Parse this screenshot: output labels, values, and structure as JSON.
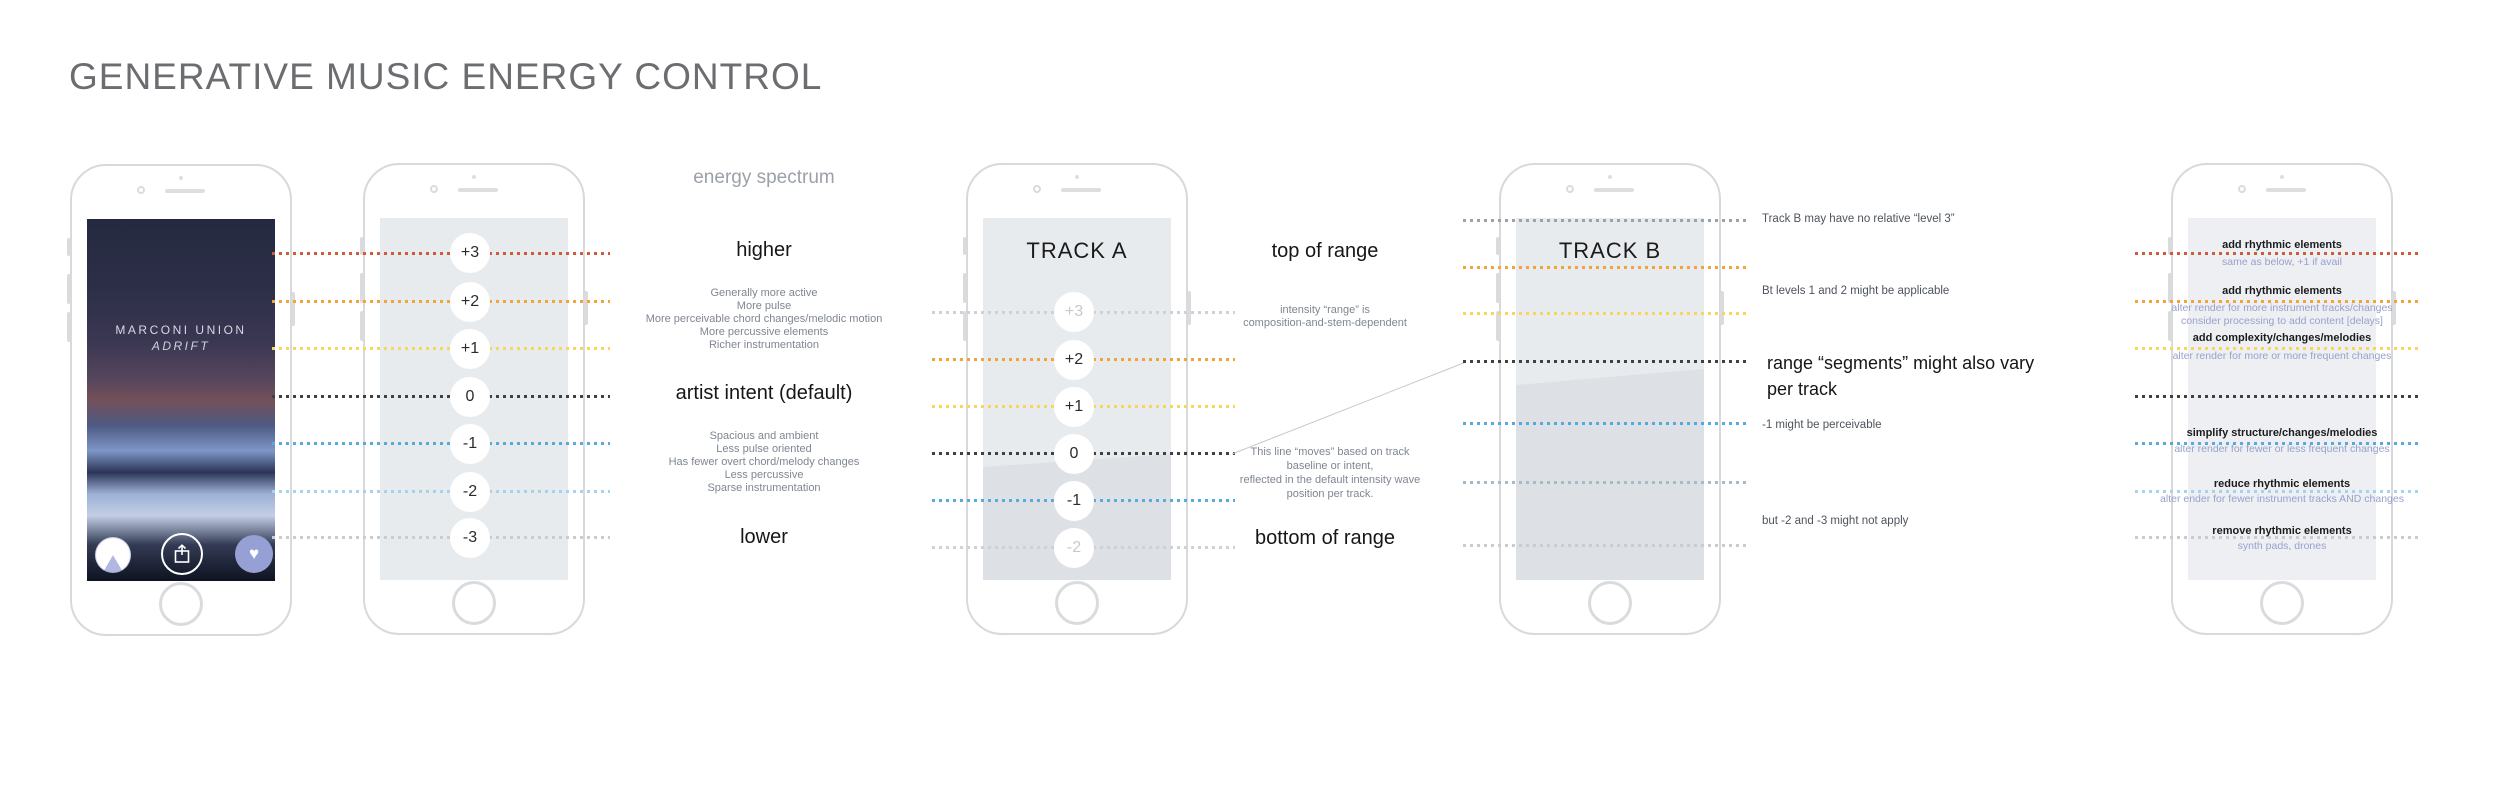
{
  "title": "GENERATIVE MUSIC ENERGY CONTROL",
  "colors": {
    "level_p3": "#cf5b3d",
    "level_p2": "#f2a43c",
    "level_p1": "#f6d75c",
    "level_0": "#3f4040",
    "level_m1": "#56abdc",
    "level_m2": "#a5d2ec",
    "level_m3": "#c9cdd1",
    "faded_line": "#ced2d6",
    "trackb_top": "#9ca2a8",
    "trackb_m2": "#a9bac4",
    "accent_icon": "#97a0d5",
    "screen_bg": "#e8ebee"
  },
  "album_phone": {
    "artist": "MARCONI UNION",
    "album": "ADRIFT",
    "icons": [
      "pie-chart",
      "share",
      "heart"
    ],
    "heart_glyph": "♥"
  },
  "master_scale": {
    "levels": [
      {
        "label": "+3"
      },
      {
        "label": "+2"
      },
      {
        "label": "+1"
      },
      {
        "label": "0"
      },
      {
        "label": "-1"
      },
      {
        "label": "-2"
      },
      {
        "label": "-3"
      }
    ]
  },
  "energy_spectrum": {
    "heading": "energy spectrum",
    "higher_label": "higher",
    "higher_desc": [
      "Generally more active",
      "More pulse",
      "More perceivable chord changes/melodic motion",
      "More percussive elements",
      "Richer instrumentation"
    ],
    "default_label": "artist intent (default)",
    "lower_desc": [
      "Spacious and ambient",
      "Less pulse oriented",
      "Has fewer overt chord/melody changes",
      "Less percussive",
      "Sparse instrumentation"
    ],
    "lower_label": "lower"
  },
  "track_a": {
    "title": "TRACK A",
    "levels": [
      {
        "label": "+3",
        "faded": true
      },
      {
        "label": "+2"
      },
      {
        "label": "+1"
      },
      {
        "label": "0"
      },
      {
        "label": "-1"
      },
      {
        "label": "-2",
        "faded": true
      }
    ]
  },
  "range_notes": {
    "top": "top of range",
    "intensity_1": "intensity “range” is",
    "intensity_2": "composition-and-stem-dependent",
    "moves_1": "This line “moves” based on track",
    "moves_2": "baseline or intent,",
    "moves_3": "reflected in the default intensity wave",
    "moves_4": "position per track.",
    "bottom": "bottom of range"
  },
  "track_b": {
    "title": "TRACK B"
  },
  "track_b_notes": {
    "n1": "Track B may have no relative “level 3”",
    "n2": "Bt levels 1 and 2 might be applicable",
    "n3_line1": "range “segments” might also vary",
    "n3_line2": "per track",
    "n4": "-1 might be perceivable",
    "n5": "but -2 and -3 might not apply"
  },
  "actions_phone": {
    "rows": [
      {
        "title": "add rhythmic elements",
        "sub1": "same as below, +1 if avail",
        "sub2": ""
      },
      {
        "title": "add rhythmic elements",
        "sub1": "alter render for more instrument tracks/changes",
        "sub2": "consider processing to add content [delays]"
      },
      {
        "title": "add complexity/changes/melodies",
        "sub1": "alter render for more or more frequent changes",
        "sub2": ""
      },
      {
        "title": "simplify structure/changes/melodies",
        "sub1": "alter render for fewer or less frequent changes",
        "sub2": ""
      },
      {
        "title": "reduce rhythmic elements",
        "sub1": "alter ender for fewer instrument tracks AND changes",
        "sub2": ""
      },
      {
        "title": "remove rhythmic elements",
        "sub1": "synth pads, drones",
        "sub2": ""
      }
    ]
  }
}
